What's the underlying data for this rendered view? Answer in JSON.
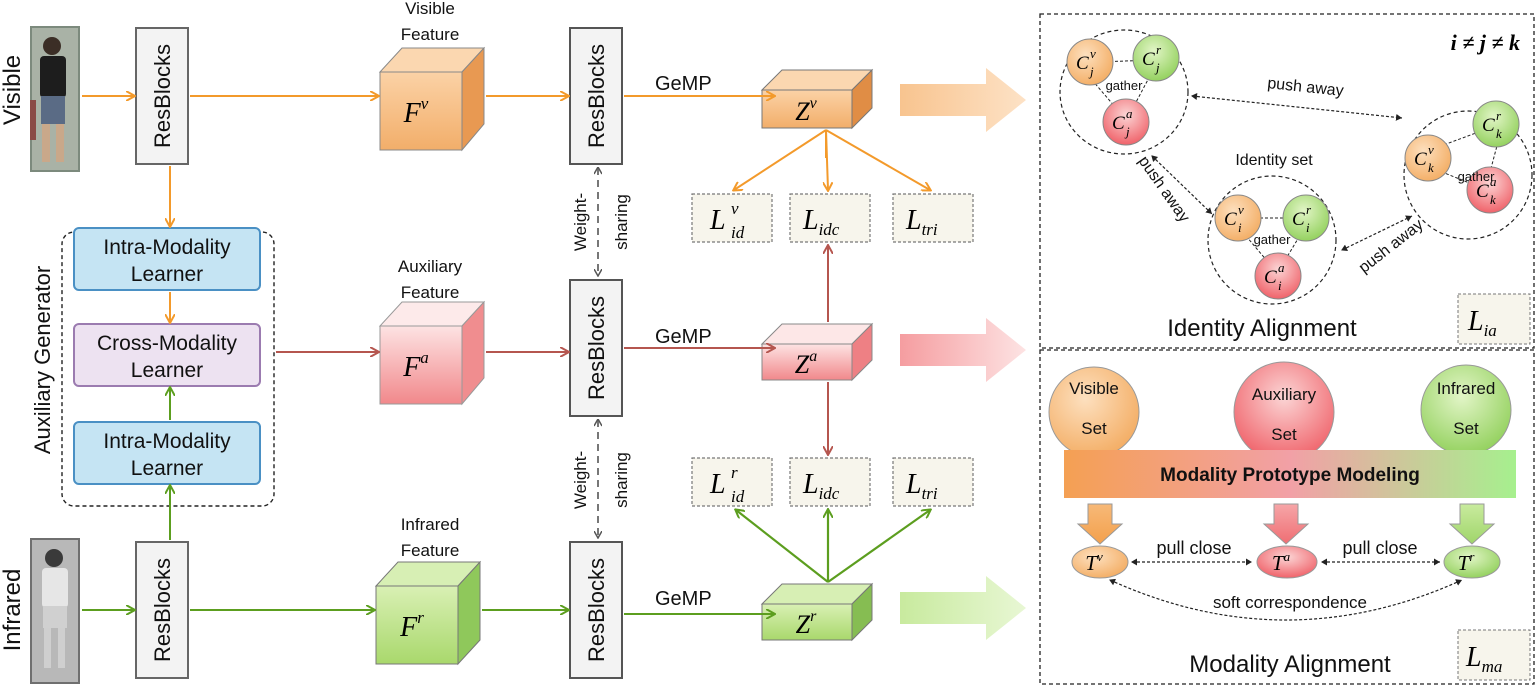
{
  "inputs": {
    "visible": "Visible",
    "infrared": "Infrared"
  },
  "blocks": {
    "resblocks": "ResBlocks",
    "intra_learner_line1": "Intra-Modality",
    "intra_learner_line2": "Learner",
    "cross_learner_line1": "Cross-Modality",
    "cross_learner_line2": "Learner",
    "auxiliary_generator": "Auxiliary Generator",
    "weight_sharing_line1": "Weight-",
    "weight_sharing_line2": "sharing",
    "gemp": "GeMP"
  },
  "features": {
    "visible_title1": "Visible",
    "visible_title2": "Feature",
    "auxiliary_title1": "Auxiliary",
    "auxiliary_title2": "Feature",
    "infrared_title1": "Infrared",
    "infrared_title2": "Feature",
    "f_base": "F",
    "z_base": "Z",
    "sup_v": "v",
    "sup_a": "a",
    "sup_r": "r"
  },
  "losses": {
    "L": "L",
    "id": "id",
    "idc": "idc",
    "tri": "tri",
    "ia": "ia",
    "ma": "ma"
  },
  "identity_alignment": {
    "title": "Identity Alignment",
    "condition": "i ≠ j ≠ k",
    "identity_set": "Identity set",
    "gather": "gather",
    "push_away": "push away",
    "c_base": "C",
    "idx_i": "i",
    "idx_j": "j",
    "idx_k": "k"
  },
  "modality_alignment": {
    "title": "Modality Alignment",
    "visible_set1": "Visible",
    "visible_set2": "Set",
    "auxiliary_set1": "Auxiliary",
    "auxiliary_set2": "Set",
    "infrared_set1": "Infrared",
    "infrared_set2": "Set",
    "modeling": "Modality Prototype Modeling",
    "pull_close": "pull close",
    "soft_correspondence": "soft correspondence",
    "t_base": "T"
  },
  "colors": {
    "visible": "#f39a2b",
    "auxiliary": "#b5564f",
    "infrared": "#5c9e1f",
    "learner_blue": "#c5e4f3",
    "learner_purple": "#ede2f1",
    "gather_red": "#d62728",
    "push_green": "#2ca02c"
  }
}
